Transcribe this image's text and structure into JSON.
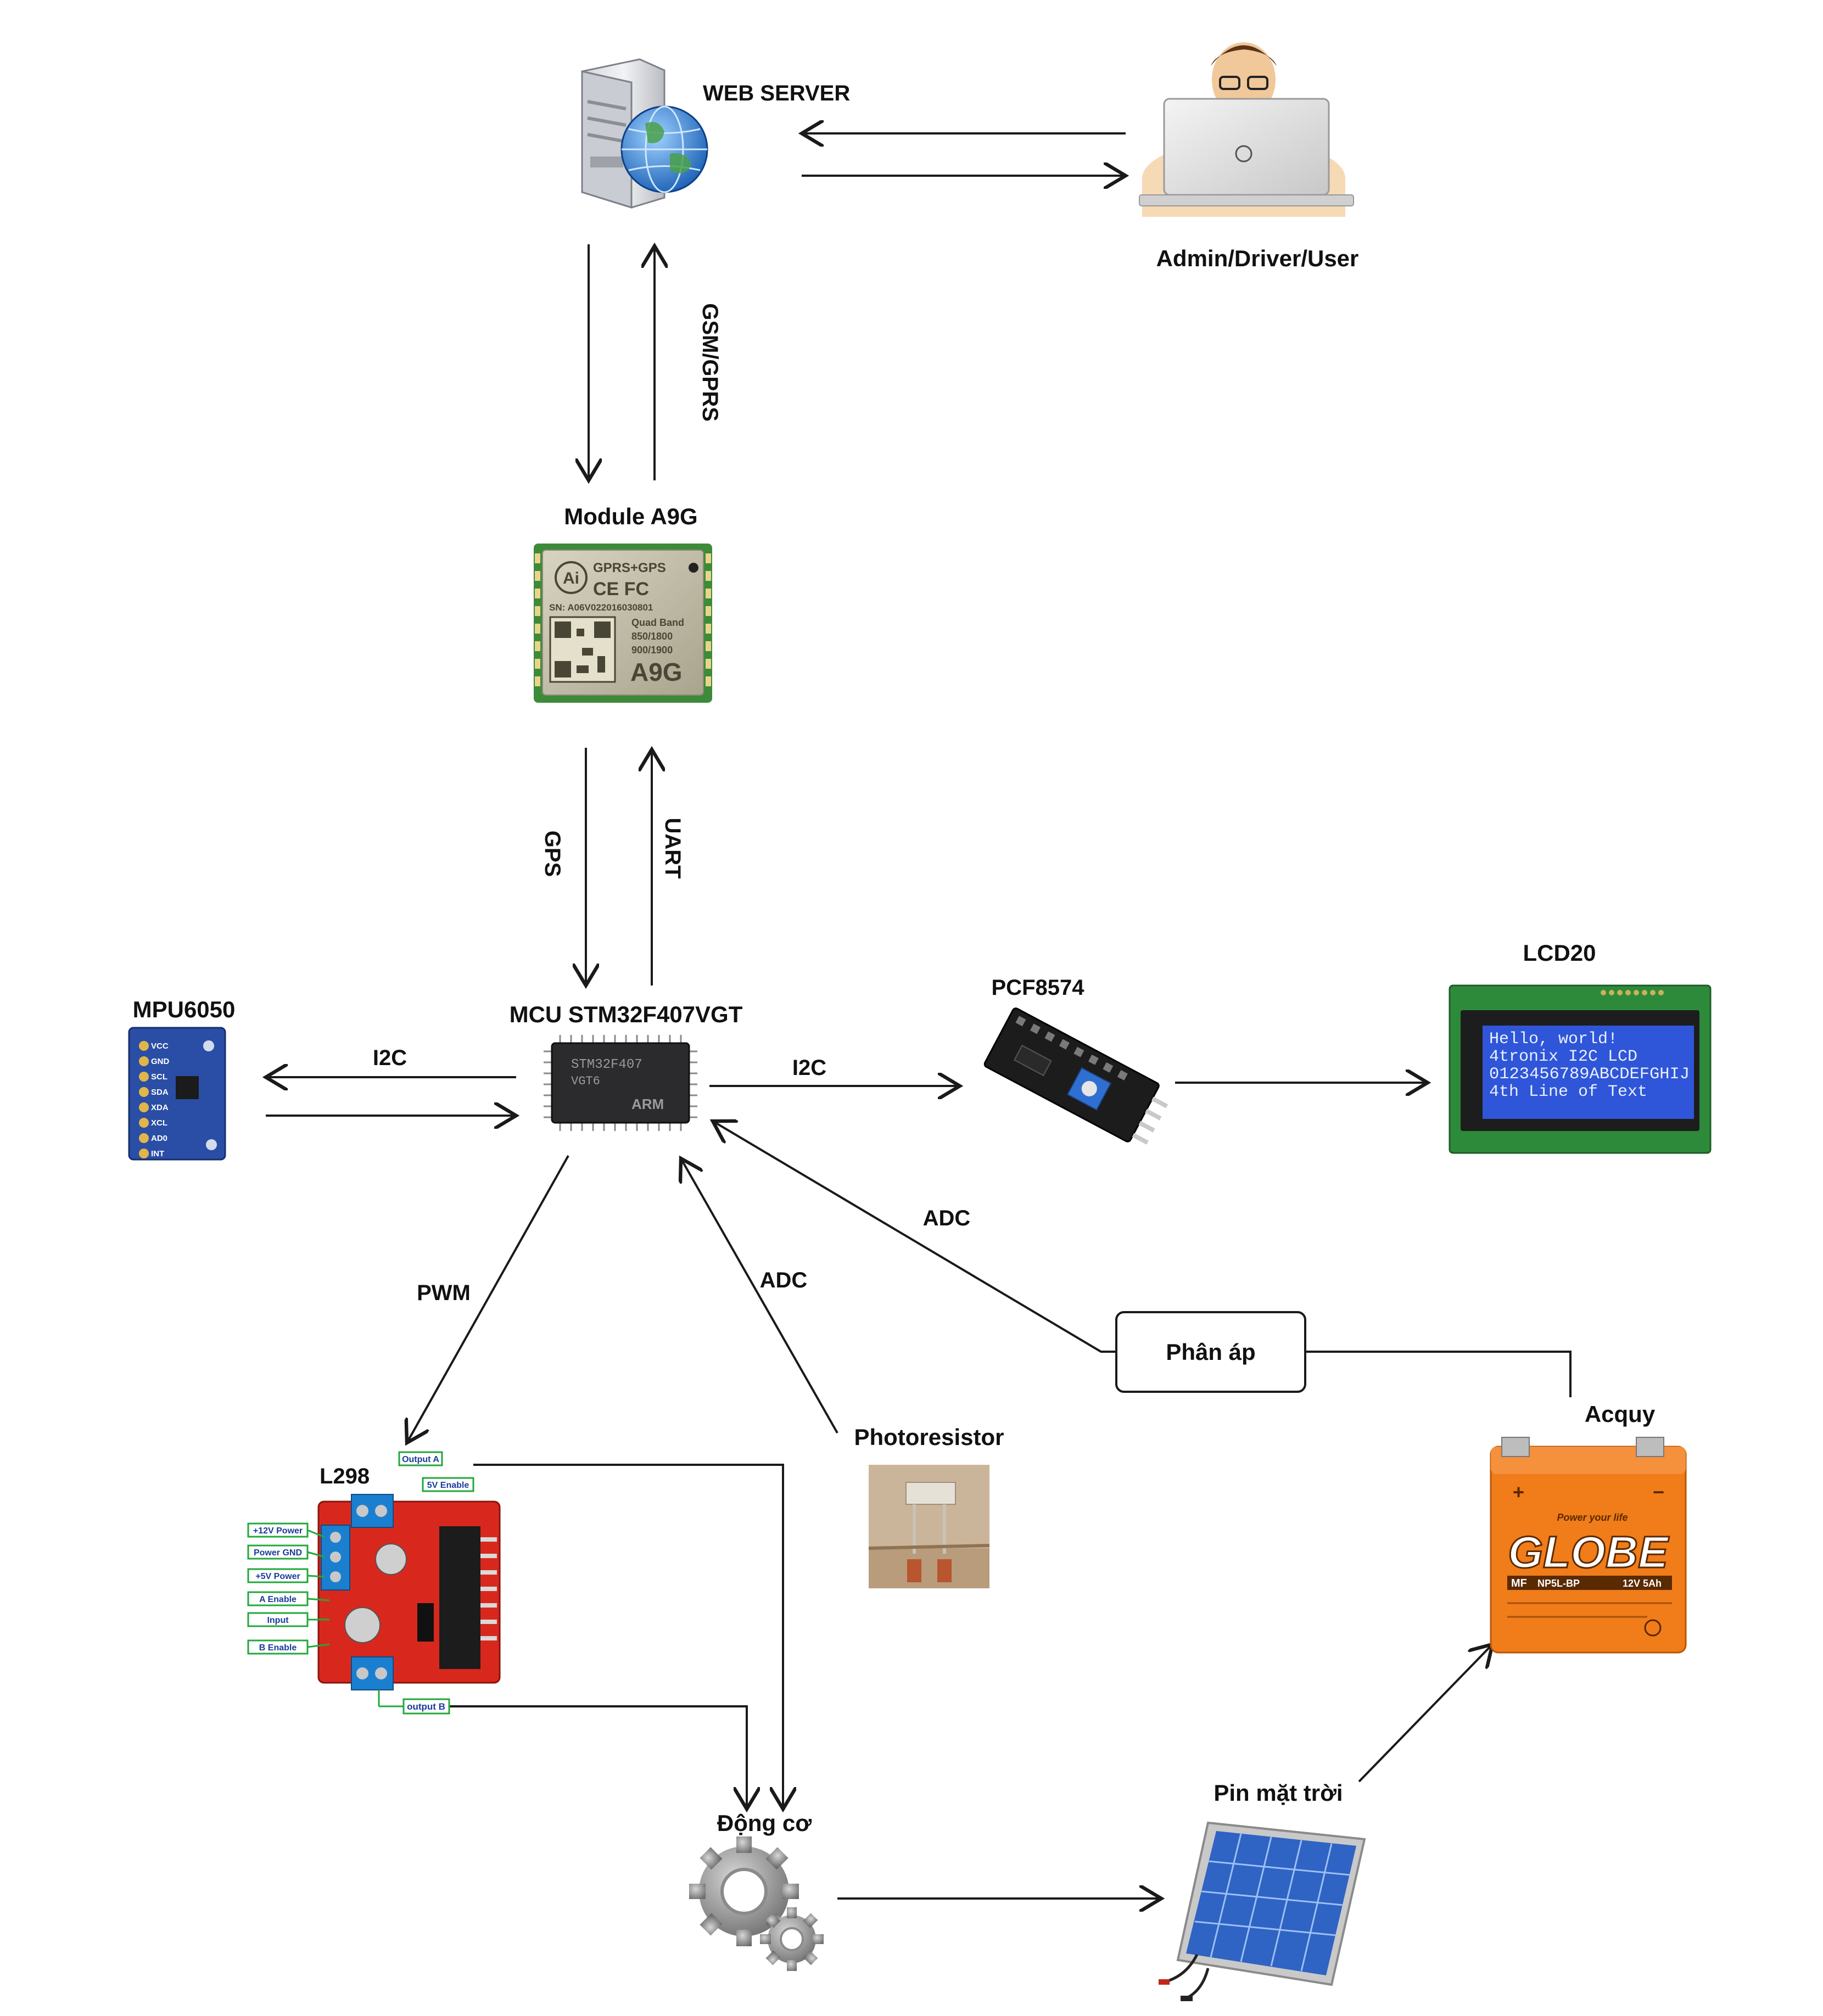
{
  "nodes": {
    "web_server": "WEB SERVER",
    "user": "Admin/Driver/User",
    "a9g": "Module A9G",
    "mcu": "MCU STM32F407VGT",
    "mpu": "MPU6050",
    "pcf": "PCF8574",
    "lcd": "LCD20",
    "l298": "L298",
    "photo": "Photoresistor",
    "divider": "Phân áp",
    "battery": "Acquy",
    "motor": "Động cơ",
    "solar": "Pin mặt trời"
  },
  "edges": {
    "gsm_gprs": "GSM/GPRS",
    "gps": "GPS",
    "uart": "UART",
    "i2c_mpu": "I2C",
    "i2c_pcf": "I2C",
    "pwm": "PWM",
    "adc_photo": "ADC",
    "adc_battery": "ADC"
  },
  "chip_text": {
    "a9g_top": "GPRS+GPS",
    "a9g_logo": "Ai",
    "a9g_cert": "CE FC",
    "a9g_sn": "SN: A06V022016030801",
    "a9g_band1": "Quad Band",
    "a9g_band2": "850/1800",
    "a9g_band3": "900/1900",
    "a9g_model": "A9G",
    "mcu_line1": "STM32F407",
    "mcu_line2": "VGT6",
    "mcu_line3": "ARM"
  },
  "lcd_lines": [
    "Hello, world!",
    "4tronix I2C LCD",
    "0123456789ABCDEFGHIJ",
    "4th Line of Text"
  ],
  "mpu_pins": [
    "VCC",
    "GND",
    "SCL",
    "SDA",
    "XDA",
    "XCL",
    "AD0",
    "INT"
  ],
  "l298_tags": [
    "Output A",
    "5V Enable",
    "+12V Power",
    "Power GND",
    "+5V Power",
    "A Enable",
    "Input",
    "B Enable",
    "output B"
  ],
  "battery_text": {
    "brand": "GLOBE",
    "tagline": "Power your life",
    "model": "NP5L-BP",
    "rating": "12V 5Ah",
    "mf": "MF"
  },
  "colors": {
    "lcd_blue": "#2f55d8",
    "pcb_green": "#2d8a3a",
    "battery_orange": "#f07c1a",
    "l298_red": "#d8281e",
    "solar_blue": "#2f63c4",
    "tag_green": "#22a83a"
  }
}
